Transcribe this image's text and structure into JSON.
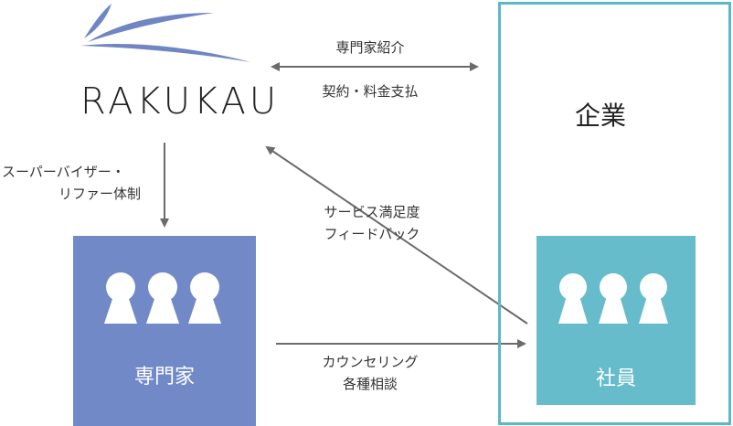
{
  "logo": {
    "text": "RAKUKAU",
    "color": "#6f86c2"
  },
  "company": {
    "title": "企業",
    "border_color": "#5bb8c4"
  },
  "experts": {
    "title": "専門家",
    "color": "#7289c8",
    "people_icons": [
      "person-icon",
      "person-icon",
      "person-icon"
    ]
  },
  "employees": {
    "title": "社員",
    "color": "#66bccb",
    "people_icons": [
      "person-icon",
      "person-icon",
      "person-icon"
    ]
  },
  "labels": {
    "referral": "専門家紹介",
    "contract": "契約・料金支払",
    "supervisor_line1": "スーパーバイザー・",
    "supervisor_line2": "リファー体制",
    "feedback_line1": "サービス満足度",
    "feedback_line2": "フィードバック",
    "counseling_line1": "カウンセリング",
    "counseling_line2": "各種相談"
  },
  "arrow_color": "#6b6b6b"
}
